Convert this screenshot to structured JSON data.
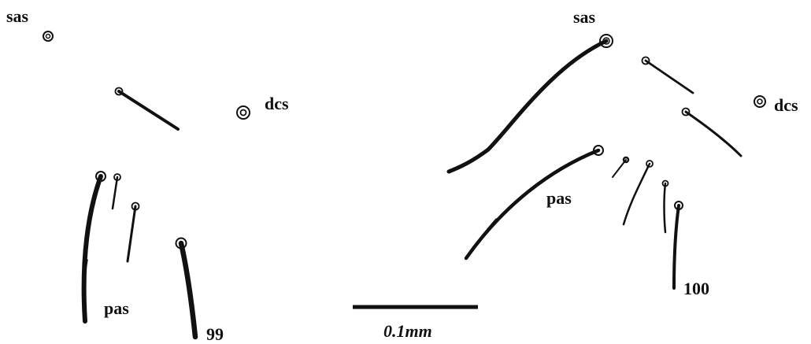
{
  "left_figure": {
    "label_sas": "sas",
    "label_dcs": "dcs",
    "label_pas": "pas",
    "figure_number": "99"
  },
  "right_figure": {
    "label_sas": "sas",
    "label_dcs": "dcs",
    "label_pas": "pas",
    "figure_number": "100"
  },
  "scale_bar": {
    "label": "0.1mm"
  },
  "colors": {
    "ink": "#111111",
    "background": "#ffffff"
  }
}
